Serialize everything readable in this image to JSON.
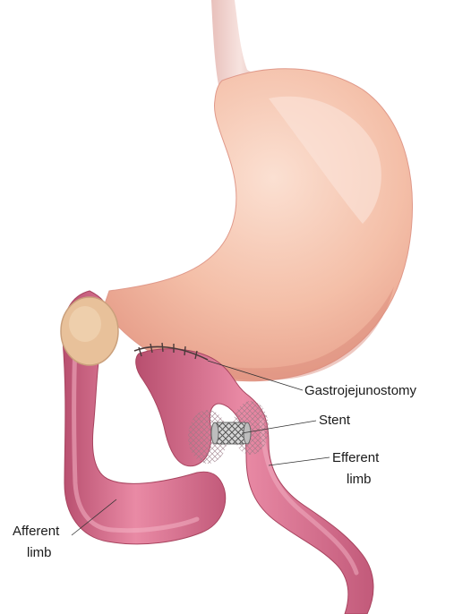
{
  "labels": {
    "gastrojejunostomy": "Gastrojejunostomy",
    "stent": "Stent",
    "efferent_line1": "Efferent",
    "efferent_line2": "limb",
    "afferent_line1": "Afferent",
    "afferent_line2": "limb"
  },
  "colors": {
    "background": "#ffffff",
    "stomach": "#f2b9a3",
    "stomach_highlight": "#f8d8c9",
    "bowel": "#d96f8f",
    "bowel_dark": "#b84f6f",
    "bowel_light": "#ec9fb4",
    "esophagus": "#f0d2cd",
    "stump": "#e9c29c",
    "stent": "#8a8a8a",
    "suture": "#4a3a3a",
    "leader_line": "#333333"
  }
}
